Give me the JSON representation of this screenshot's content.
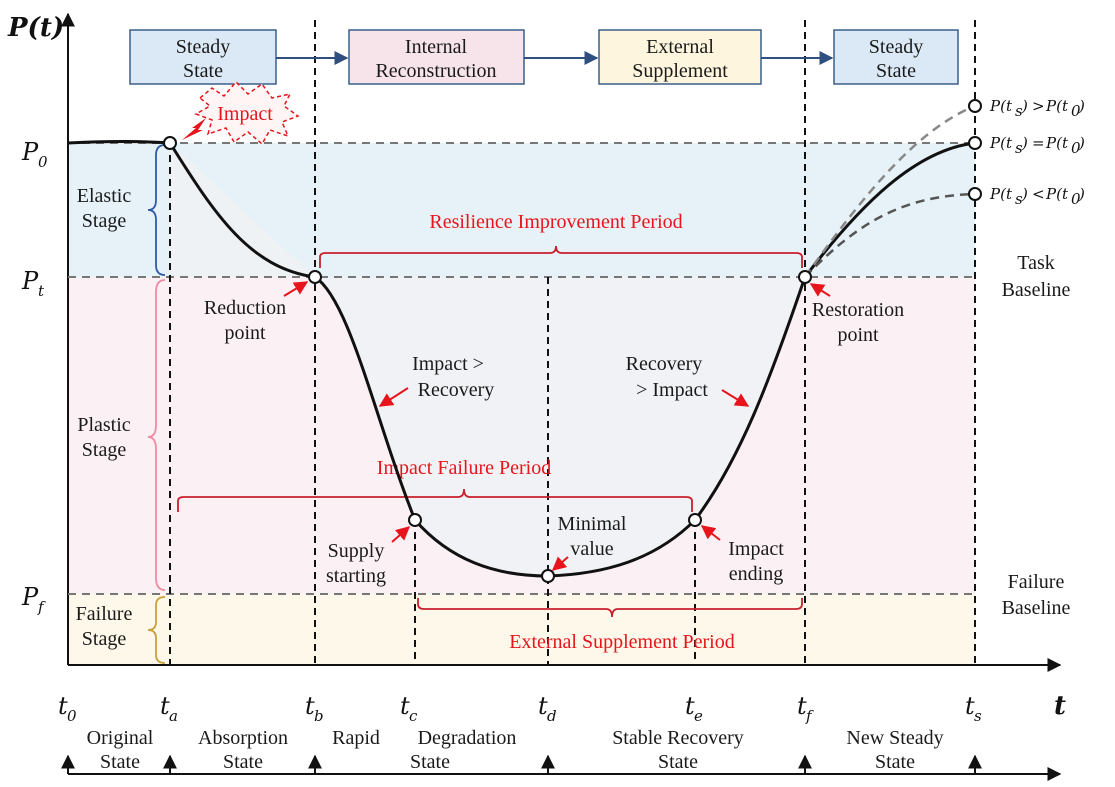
{
  "axis": {
    "y_title": "P(t)",
    "x_title": "t"
  },
  "levels": {
    "p0": {
      "base": "P",
      "sub": "0"
    },
    "pt": {
      "base": "P",
      "sub": "t"
    },
    "pf": {
      "base": "P",
      "sub": "f"
    }
  },
  "time_points": [
    {
      "base": "t",
      "sub": "0"
    },
    {
      "base": "t",
      "sub": "a"
    },
    {
      "base": "t",
      "sub": "b"
    },
    {
      "base": "t",
      "sub": "c"
    },
    {
      "base": "t",
      "sub": "d"
    },
    {
      "base": "t",
      "sub": "e"
    },
    {
      "base": "t",
      "sub": "f"
    },
    {
      "base": "t",
      "sub": "s"
    }
  ],
  "phase_boxes": [
    {
      "line1": "Steady",
      "line2": "State",
      "fill": "#dbe9f6"
    },
    {
      "line1": "Internal",
      "line2": "Reconstruction",
      "fill": "#f7e4ea"
    },
    {
      "line1": "External",
      "line2": "Supplement",
      "fill": "#fdf5de"
    },
    {
      "line1": "Steady",
      "line2": "State",
      "fill": "#dbe9f6"
    }
  ],
  "impact_burst": "Impact",
  "stages": {
    "elastic": {
      "line1": "Elastic",
      "line2": "Stage"
    },
    "plastic": {
      "line1": "Plastic",
      "line2": "Stage"
    },
    "failure": {
      "line1": "Failure",
      "line2": "Stage"
    }
  },
  "periods": {
    "resilience_improvement": "Resilience Improvement Period",
    "impact_failure": "Impact Failure Period",
    "external_supplement": "External Supplement Period"
  },
  "points": {
    "reduction": {
      "line1": "Reduction",
      "line2": "point"
    },
    "restoration": {
      "line1": "Restoration",
      "line2": "point"
    },
    "supply_starting": {
      "line1": "Supply",
      "line2": "starting"
    },
    "minimal_value": {
      "line1": "Minimal",
      "line2": "value"
    },
    "impact_ending": {
      "line1": "Impact",
      "line2": "ending"
    }
  },
  "curve_notes": {
    "impact_recovery": {
      "line1": "Impact >",
      "line2": "Recovery"
    },
    "recovery_impact": {
      "line1": "Recovery",
      "line2": "> Impact"
    }
  },
  "baselines": {
    "task": {
      "line1": "Task",
      "line2": "Baseline"
    },
    "failure": {
      "line1": "Failure",
      "line2": "Baseline"
    }
  },
  "outcomes": [
    {
      "relation": ">"
    },
    {
      "relation": "="
    },
    {
      "relation": "<"
    }
  ],
  "state_labels": [
    {
      "line1": "Original",
      "line2": "State"
    },
    {
      "line1": "Absorption",
      "line2": "State"
    },
    {
      "line1": "Rapid",
      "line2": ""
    },
    {
      "line1": "Degradation",
      "line2": "State"
    },
    {
      "line1": "Stable Recovery",
      "line2": "State"
    },
    {
      "line1": "New Steady",
      "line2": "State"
    }
  ],
  "colors": {
    "elastic_zone": "#e6f2f7",
    "plastic_zone": "#fbf1f4",
    "failure_zone": "#fdf8ea",
    "annotation_red": "#e8141b",
    "box_stroke": "#3a5f8a"
  }
}
